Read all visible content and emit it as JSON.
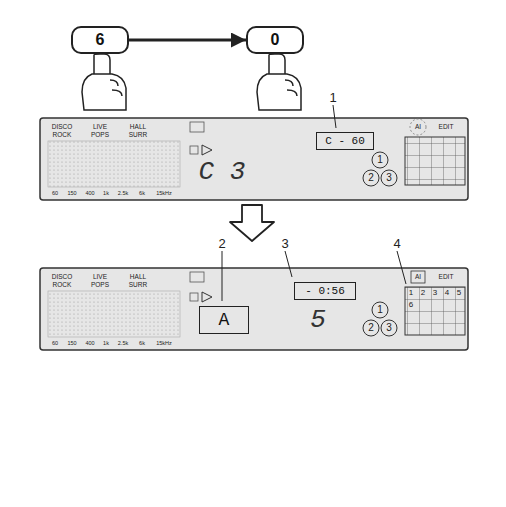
{
  "diagram": {
    "nodes": [
      {
        "text": [
          "6"
        ]
      },
      {
        "text": [
          "0"
        ]
      },
      {
        "text": [
          "C - 60"
        ]
      },
      {
        "text": [
          "- 0:56"
        ]
      },
      {
        "text": [
          "A"
        ]
      }
    ],
    "edges": [
      {
        "from": 0,
        "to": 1,
        "arrow": "to"
      }
    ],
    "labels": [
      "1",
      "2",
      "3",
      "4",
      "DISCO",
      "ROCK",
      "LIVE",
      "POPS",
      "HALL",
      "SURR",
      "60",
      "150",
      "400",
      "1k",
      "2.5k",
      "6k",
      "15kHz",
      "AI",
      "EDIT",
      "C 3",
      "1",
      "2",
      "3",
      "DISCO",
      "ROCK",
      "LIVE",
      "POPS",
      "HALL",
      "SURR",
      "60",
      "150",
      "400",
      "1k",
      "2.5k",
      "6k",
      "15kHz",
      "AI",
      "EDIT",
      "5",
      "1",
      "2",
      "3",
      "1",
      "2",
      "3",
      "4",
      "5",
      "6"
    ]
  }
}
